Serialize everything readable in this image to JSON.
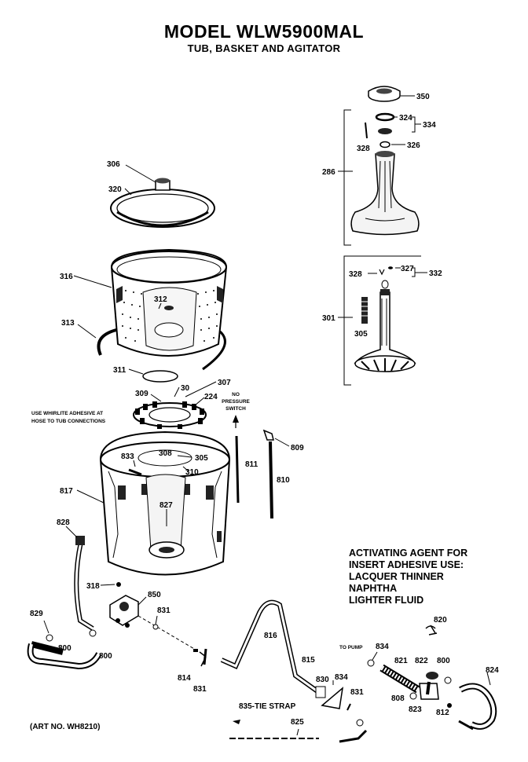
{
  "header": {
    "title": "MODEL WLW5900MAL",
    "subtitle": "TUB, BASKET AND AGITATOR"
  },
  "parts": [
    "350",
    "334",
    "324",
    "328",
    "326",
    "286",
    "332",
    "327",
    "328",
    "301",
    "305",
    "306",
    "320",
    "316",
    "312",
    "313",
    "311",
    "309",
    "307",
    "224",
    "30",
    "308",
    "833",
    "310",
    "305",
    "817",
    "827",
    "828",
    "318",
    "850",
    "831",
    "829",
    "800",
    "800",
    "814",
    "831",
    "816",
    "815",
    "830",
    "834",
    "831",
    "811",
    "809",
    "810",
    "834",
    "821",
    "822",
    "800",
    "820",
    "824",
    "808",
    "823",
    "812",
    "825"
  ],
  "notes": {
    "no_pressure_switch": [
      "NO",
      "PRESSURE",
      "SWITCH"
    ],
    "adhesive_hint": [
      "USE WHIRLITE ADHESIVE AT",
      "HOSE TO TUB CONNECTIONS"
    ],
    "to_pump": "TO PUMP",
    "tie_strap": "835-TIE STRAP",
    "activating_agent": [
      "ACTIVATING AGENT FOR",
      "INSERT ADHESIVE USE:",
      "LACQUER THINNER",
      "NAPHTHA",
      "LIGHTER FLUID"
    ]
  },
  "footer": {
    "art_no": "(ART NO. WH8210)"
  }
}
